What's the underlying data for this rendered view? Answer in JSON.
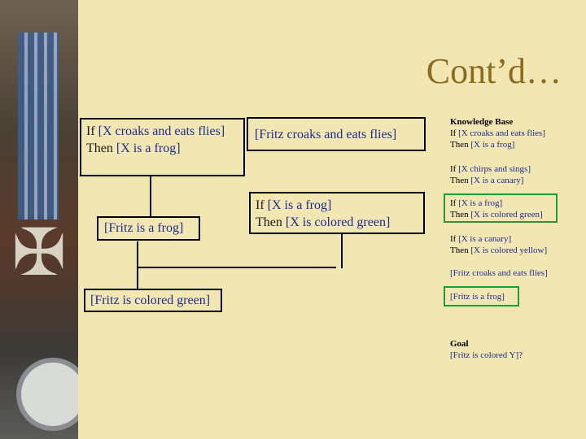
{
  "title": "Cont’d…",
  "boxes": {
    "rule_frog": {
      "if": "If ",
      "cond": "[X croaks and eats flies]",
      "then": "Then ",
      "concl": "[X is a frog]"
    },
    "fact_fritz_croaks": "[Fritz croaks and eats flies]",
    "fact_fritz_frog": "[Fritz is a frog]",
    "rule_green": {
      "if": "If ",
      "cond": "[X is a frog]",
      "then": "Then ",
      "concl": "[X is colored green]"
    },
    "fact_fritz_green": "[Fritz is colored green]"
  },
  "knowledge_base": {
    "heading": "Knowledge Base",
    "rules": [
      {
        "if": "If ",
        "cond": "[X croaks and eats flies]",
        "then": "Then ",
        "concl": "[X is a frog]"
      },
      {
        "if": "If ",
        "cond": "[X chirps and sings]",
        "then": "Then ",
        "concl": "[X is a canary]"
      },
      {
        "if": "If ",
        "cond": "[X is a frog]",
        "then": "Then ",
        "concl": "[X is colored green]"
      },
      {
        "if": "If ",
        "cond": "[X is a canary]",
        "then": "Then ",
        "concl": "[X is colored yellow]"
      }
    ],
    "facts": [
      "[Fritz croaks and eats flies]",
      "[Fritz is a frog]"
    ]
  },
  "goal": {
    "heading": "Goal",
    "value": "[Fritz is colored Y]?"
  },
  "colors": {
    "background": "#f2e6b3",
    "title": "#8b6b1f",
    "text_blue": "#1d2c8f",
    "highlight": "#1f9a3a"
  }
}
